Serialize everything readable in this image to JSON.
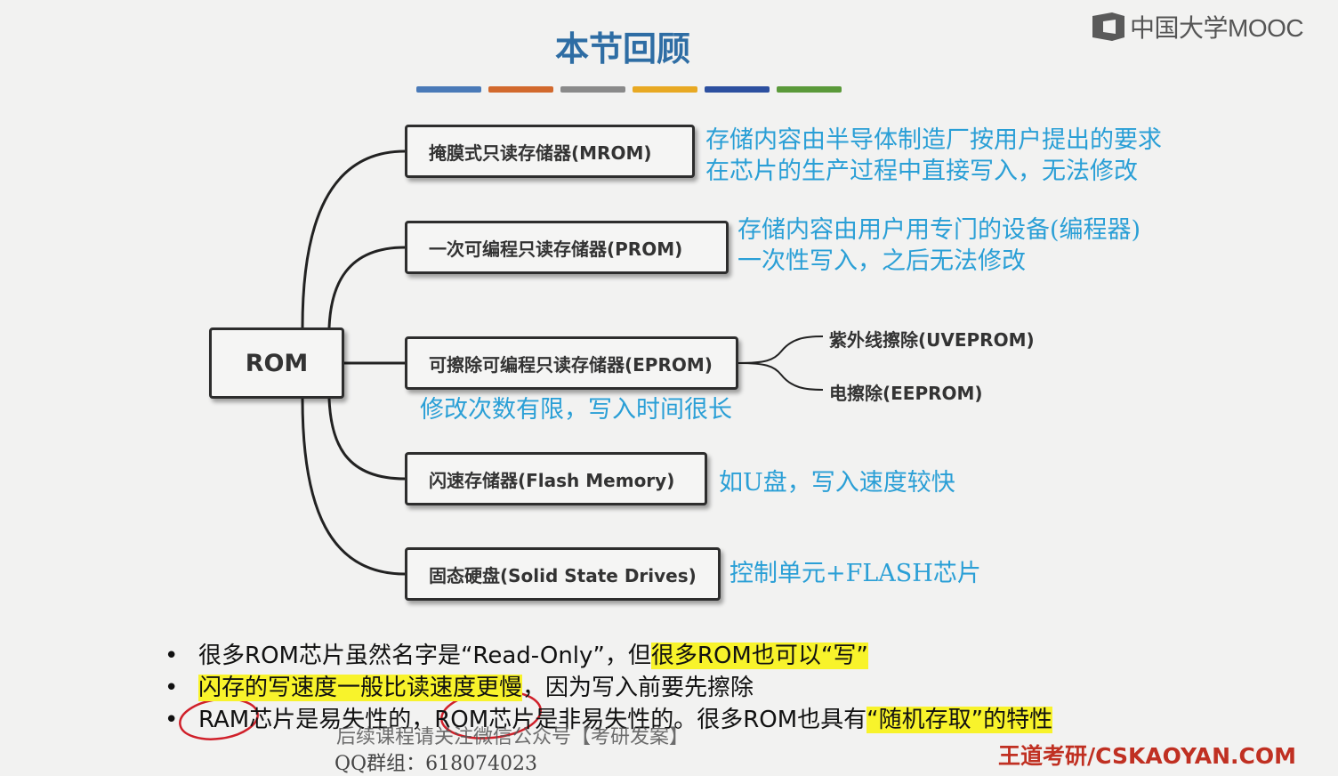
{
  "logo": {
    "text": "中国大学MOOC"
  },
  "title": "本节回顾",
  "accent_bars": [
    "#4a7ab8",
    "#d2692d",
    "#8a8a8a",
    "#e8a923",
    "#2d50a0",
    "#5b9a3a"
  ],
  "root": {
    "label": "ROM"
  },
  "branches": [
    {
      "label": "掩膜式只读存储器(MROM)",
      "desc": [
        "存储内容由半导体制造厂按用户提出的要求",
        "在芯片的生产过程中直接写入，无法修改"
      ]
    },
    {
      "label": "一次可编程只读存储器(PROM)",
      "desc": [
        "存储内容由用户用专门的设备(编程器)",
        "一次性写入，之后无法修改"
      ]
    },
    {
      "label": "可擦除可编程只读存储器(EPROM)",
      "desc": [
        "修改次数有限，写入时间很长"
      ],
      "sub": [
        "紫外线擦除(UVEPROM)",
        "电擦除(EEPROM)"
      ]
    },
    {
      "label": "闪速存储器(Flash Memory)",
      "desc": [
        "如U盘，写入速度较快"
      ]
    },
    {
      "label": "固态硬盘(Solid State Drives)",
      "desc": [
        "控制单元+FLASH芯片"
      ]
    }
  ],
  "bullets": {
    "b1_plain": "很多ROM芯片虽然名字是“Read-Only”，但",
    "b1_hl": "很多ROM也可以“写”",
    "b2_hl": "闪存的写速度一般比读速度更慢",
    "b2_plain": "，因为写入前要先擦除",
    "b3_plain": "RAM芯片是易失性的，ROM芯片是非易失性的。很多ROM也具有",
    "b3_hl": "“随机存取”的特性"
  },
  "watermark": {
    "line1": "后续课程请关注微信公众号【考研发案】",
    "line2": "QQ群组：618074023"
  },
  "brand": "王道考研/CSKAOYAN.COM",
  "colors": {
    "title": "#2e6da4",
    "desc": "#2a9fd6",
    "highlight": "#f8f32b",
    "brand": "#c03022",
    "annotation": "#d0202a"
  }
}
